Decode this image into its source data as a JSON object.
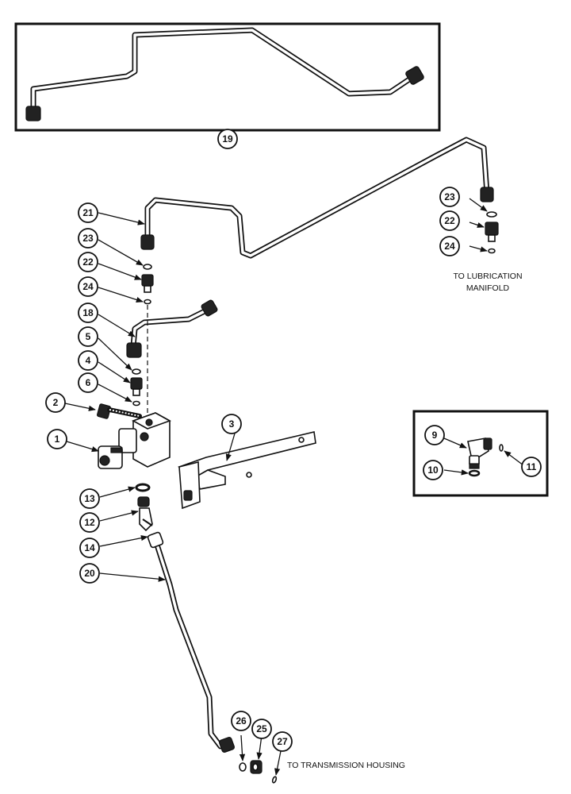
{
  "callouts": {
    "c1": "1",
    "c2": "2",
    "c3": "3",
    "c4": "4",
    "c5": "5",
    "c6": "6",
    "c9": "9",
    "c10": "10",
    "c11": "11",
    "c12": "12",
    "c13": "13",
    "c14": "14",
    "c18": "18",
    "c19": "19",
    "c20": "20",
    "c21": "21",
    "c22a": "22",
    "c23a": "23",
    "c24a": "24",
    "c22b": "22",
    "c23b": "23",
    "c24b": "24",
    "c25": "25",
    "c26": "26",
    "c27": "27"
  },
  "notes": {
    "lubrication_line1": "TO LUBRICATION",
    "lubrication_line2": "MANIFOLD",
    "transmission": "TO TRANSMISSION HOUSING"
  }
}
